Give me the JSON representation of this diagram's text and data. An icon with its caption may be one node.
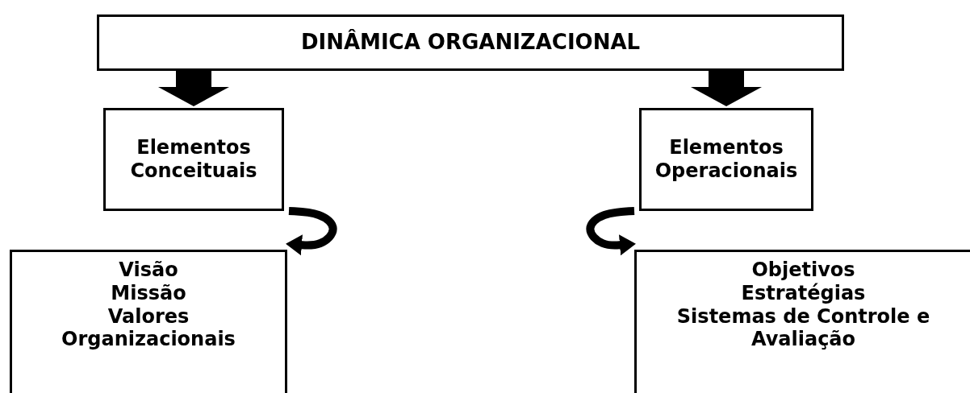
{
  "diagram": {
    "nodes": [
      {
        "text": [
          "DINÂMICA ORGANIZACIONAL"
        ]
      },
      {
        "text": [
          "Elementos Conceituais"
        ]
      },
      {
        "text": [
          "Elementos Operacionais"
        ]
      },
      {
        "text": [
          "Visão",
          "Missão",
          "Valores",
          "Organizacionais"
        ]
      },
      {
        "text": [
          "Objetivos",
          "Estratégias",
          "Sistemas de Controle e Avaliação"
        ]
      }
    ],
    "edges": [
      {
        "from": 0,
        "to": 1,
        "arrow": "to",
        "style": "thick"
      },
      {
        "from": 0,
        "to": 2,
        "arrow": "to",
        "style": "thick"
      },
      {
        "from": 1,
        "to": 3,
        "arrow": "to"
      },
      {
        "from": 2,
        "to": 4,
        "arrow": "to"
      }
    ]
  }
}
